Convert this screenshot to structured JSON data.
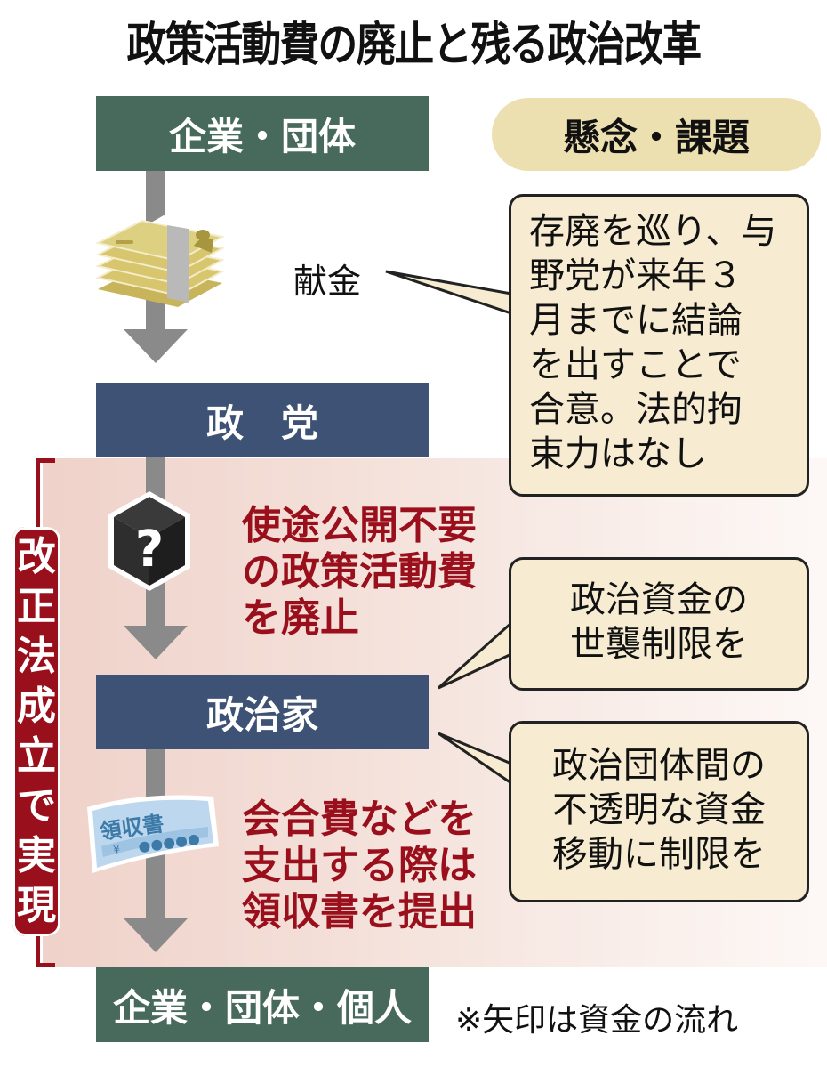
{
  "title": "政策活動費の廃止と残る政治改革",
  "flow": {
    "top_node": "企業・団体",
    "money_label": "献金",
    "party_node": "政　党",
    "politician_node": "政治家",
    "bottom_node": "企業・団体・個人"
  },
  "reform_section": {
    "vertical_label": [
      "改",
      "正",
      "法",
      "成",
      "立",
      "で",
      "実",
      "現"
    ],
    "item1_lines": [
      "使途公開不要",
      "の政策活動費",
      "を廃止"
    ],
    "item2_lines": [
      "会合費などを",
      "支出する際は",
      "領収書を提出"
    ],
    "receipt_icon": {
      "title": "領収書",
      "yen": "¥",
      "amount": "●●●●●"
    },
    "question_icon": "?"
  },
  "concerns": {
    "header": "懸念・課題",
    "bubble1_lines": [
      "存廃を巡り、与",
      "野党が来年３",
      "月までに結論",
      "を出すことで",
      "合意。法的拘",
      "束力はなし"
    ],
    "bubble2_lines": [
      "政治資金の",
      "世襲制限を"
    ],
    "bubble3_lines": [
      "政治団体間の",
      "不透明な資金",
      "移動に制限を"
    ]
  },
  "footnote": "※矢印は資金の流れ",
  "colors": {
    "green_node": "#486a5d",
    "navy_node": "#3e5275",
    "accent_red": "#9a0f1c",
    "bubble_fill": "#f7ecd2",
    "pill_fill": "#ede0b0",
    "arrow_gray": "#8a8a8a"
  }
}
